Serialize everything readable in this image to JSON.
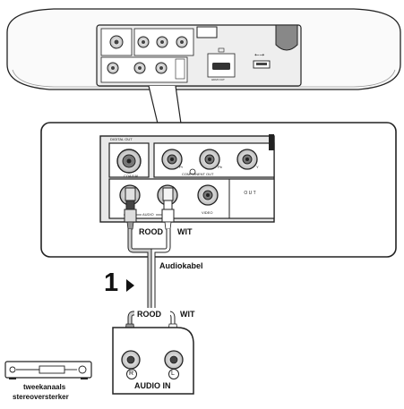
{
  "player_panel": {
    "digital_out": "DIGITAL OUT",
    "coaxial": "COAXIAL",
    "component_out": "COMPONENT OUT",
    "pr": "Pr",
    "pb": "Pb",
    "y": "Y",
    "audio": "AUDIO",
    "video": "VIDEO",
    "out": "O U T",
    "hdmi_out": "HDMI OUT"
  },
  "labels": {
    "rood_top": "ROOD",
    "wit_top": "WIT",
    "cable": "Audiokabel",
    "step": "1",
    "rood_bottom": "ROOD",
    "wit_bottom": "WIT",
    "r": "R",
    "l": "L",
    "audio_in": "AUDIO IN",
    "amplifier_line1": "tweekanaals",
    "amplifier_line2": "stereoversterker"
  },
  "colors": {
    "line": "#222222",
    "panel_fill": "#f4f4f4",
    "device_fill": "#fafafa",
    "cable_fill": "#cfcfcf"
  }
}
